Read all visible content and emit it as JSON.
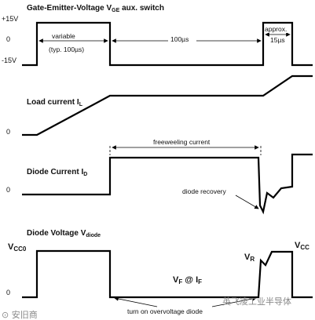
{
  "panels": {
    "gate": {
      "title_main": "Gate-Emitter-Voltage V",
      "title_sub": "GE",
      "title_tail": " aux. switch",
      "y_high": "+15V",
      "y_zero": "0",
      "y_low": "-15V",
      "variable_label": "variable",
      "variable_sub": "(typ. 100µs)",
      "gap_label": "100µs",
      "approx_label": "approx.",
      "approx_sub": "15µs"
    },
    "load": {
      "title_main": "Load current I",
      "title_sub": "L",
      "y_zero": "0"
    },
    "diode_current": {
      "title_main": "Diode Current I",
      "title_sub": "D",
      "y_zero": "0",
      "freewheel_label": "freeweeling current",
      "recovery_label": "diode recovery"
    },
    "diode_voltage": {
      "title_main": "Diode Voltage V",
      "title_sub": "diode",
      "y_zero": "0",
      "vcc0_main": "V",
      "vcc0_sub": "CC0",
      "vr_main": "V",
      "vr_sub": "R",
      "vcc_main": "V",
      "vcc_sub": "CC",
      "vf_main": "V",
      "vf_sub": "F",
      "vf_at": " @ I",
      "vf_at_sub": "F",
      "turn_on_label": "turn on overvoltage diode"
    }
  },
  "watermark": {
    "left": "⊙ 安旧商",
    "right": "英飞凌工业半导体"
  }
}
